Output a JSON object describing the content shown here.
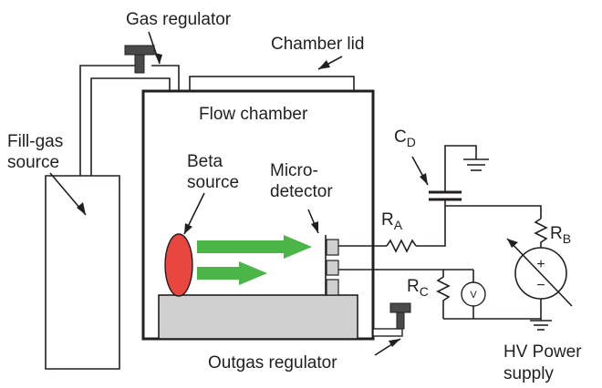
{
  "labels": {
    "gas_regulator": "Gas regulator",
    "chamber_lid": "Chamber lid",
    "flow_chamber": "Flow chamber",
    "fill_gas_line1": "Fill-gas",
    "fill_gas_line2": "source",
    "beta_line1": "Beta",
    "beta_line2": "source",
    "micro_line1": "Micro-",
    "micro_line2": "detector",
    "cd_main": "C",
    "cd_sub": "D",
    "ra_main": "R",
    "ra_sub": "A",
    "rb_main": "R",
    "rb_sub": "B",
    "rc_main": "R",
    "rc_sub": "C",
    "voltmeter": "V",
    "plus": "+",
    "minus": "−",
    "outgas_regulator": "Outgas regulator",
    "hv_line1": "HV Power",
    "hv_line2": "supply"
  },
  "colors": {
    "line": "#231f20",
    "beta_source": "#e8463f",
    "arrow": "#4bb548",
    "base": "#d0d0d0",
    "detector": "#cfcfcf"
  }
}
